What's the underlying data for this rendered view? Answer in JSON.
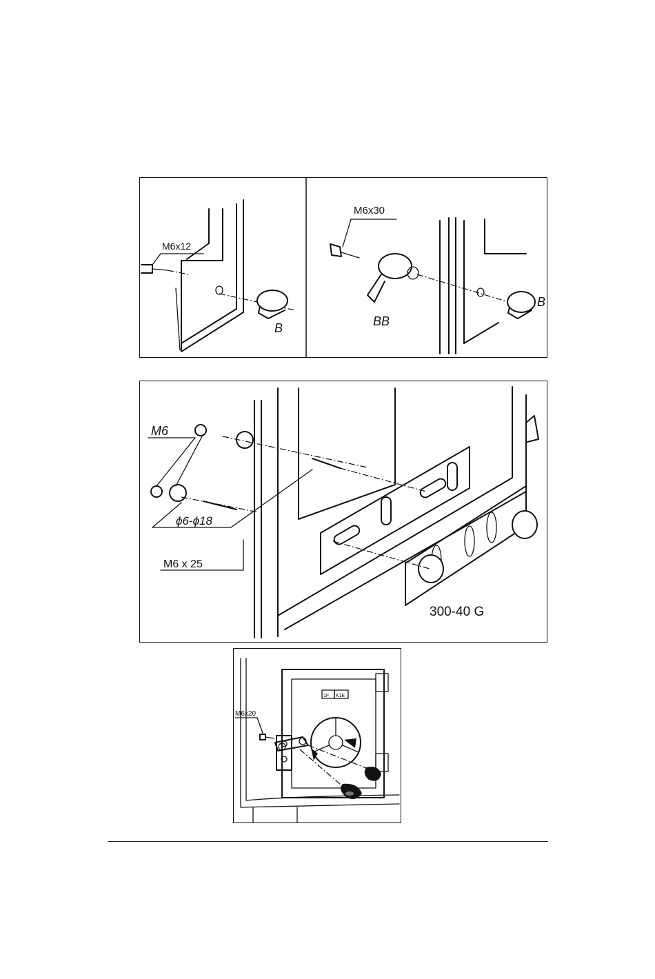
{
  "figure1": {
    "left_label": "M6x12",
    "left_part": "B",
    "right_bolt": "M6x30",
    "right_part_bb": "BB",
    "right_part_b": "B"
  },
  "figure2": {
    "nut_label": "M6",
    "washer_label": "ϕ6-ϕ18",
    "bolt_label": "M6 x 25",
    "part_label": "300-40 G"
  },
  "figure3": {
    "bolt_label": "M6x20",
    "panel_left": "1F",
    "panel_right": "K1E"
  }
}
